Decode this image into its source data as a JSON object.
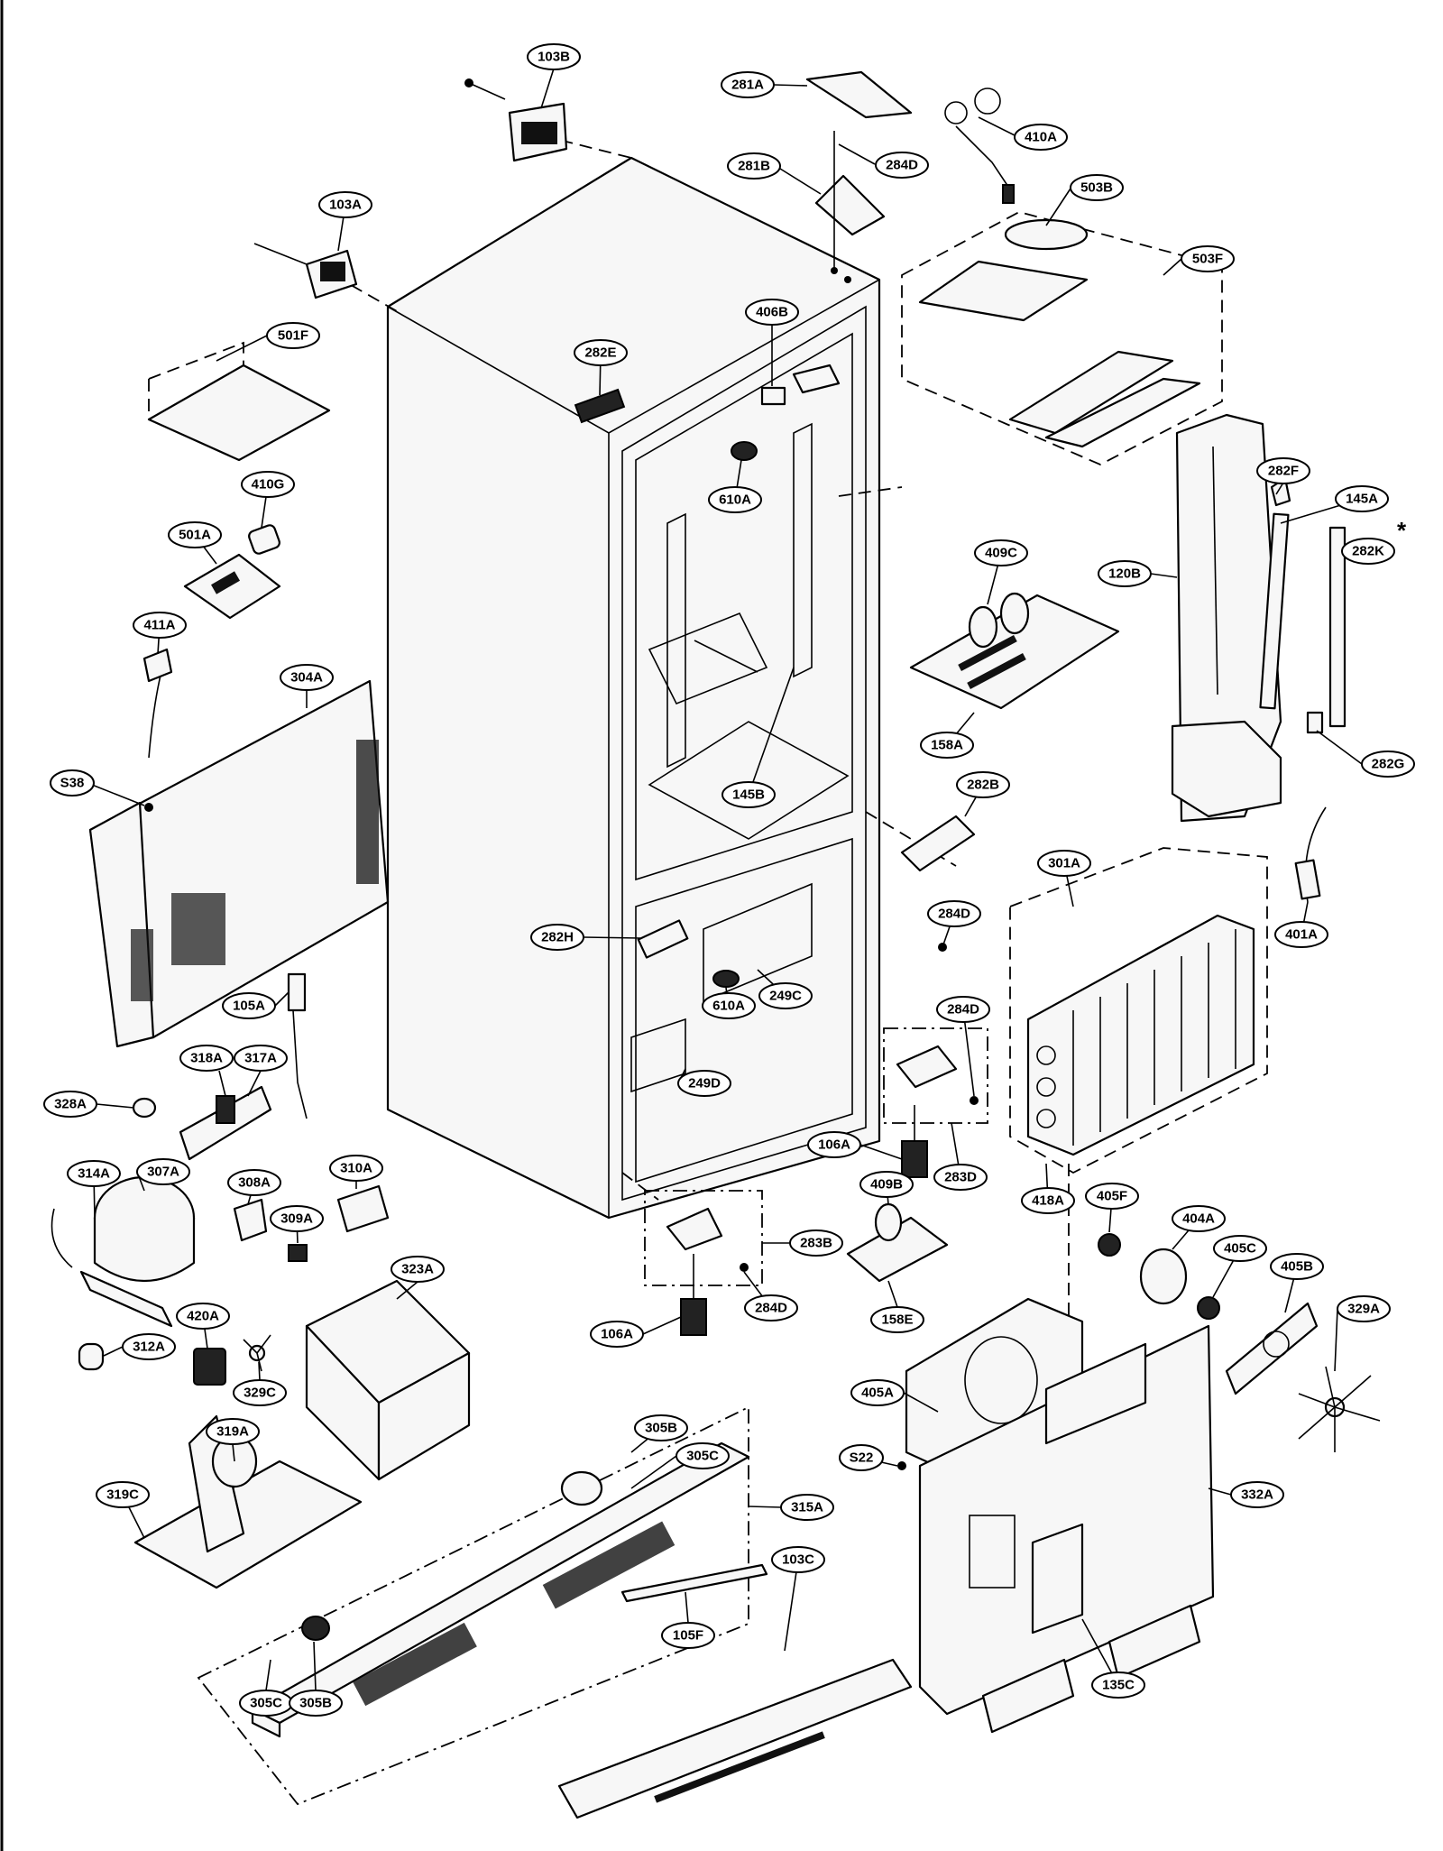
{
  "labels": [
    "103B",
    "281A",
    "410A",
    "284D",
    "281B",
    "503B",
    "103A",
    "503F",
    "501F",
    "282E",
    "406B",
    "610A",
    "410G",
    "282F",
    "145A",
    "501A",
    "409C",
    "120B",
    "282K",
    "411A",
    "304A",
    "158A",
    "282G",
    "145B",
    "S38",
    "282B",
    "301A",
    "401A",
    "284D",
    "282H",
    "610A",
    "249C",
    "284D",
    "105A",
    "318A",
    "317A",
    "249D",
    "328A",
    "106A",
    "283D",
    "314A",
    "307A",
    "310A",
    "409B",
    "308A",
    "405F",
    "309A",
    "418A",
    "404A",
    "405C",
    "405B",
    "283B",
    "323A",
    "329A",
    "420A",
    "284D",
    "106A",
    "158E",
    "329C",
    "312A",
    "405A",
    "305B",
    "305C",
    "319A",
    "S22",
    "319C",
    "332A",
    "315A",
    "103C",
    "105F",
    "305C",
    "305B",
    "135C"
  ],
  "asterisk": "*"
}
